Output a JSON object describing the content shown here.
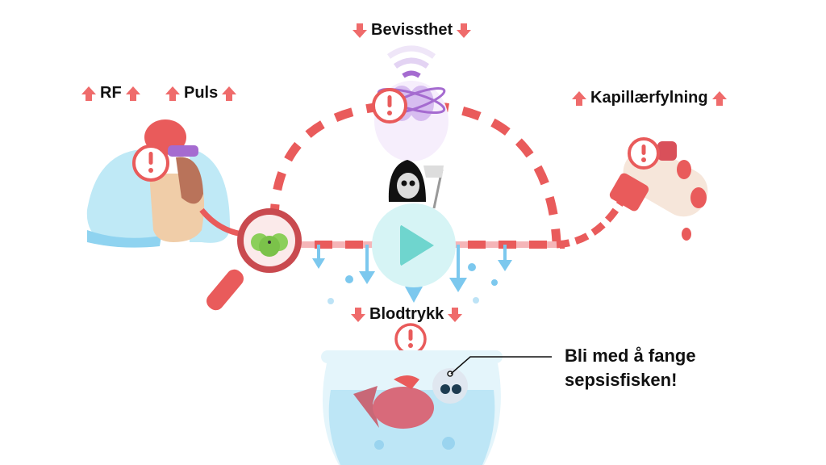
{
  "labels": {
    "rf": "RF",
    "puls": "Puls",
    "bevissthet": "Bevissthet",
    "kapillaerfylning": "Kapillærfylning",
    "blodtrykk": "Blodtrykk"
  },
  "indicators": {
    "rf": "up",
    "puls": "up",
    "bevissthet": "down",
    "kapillaerfylning": "up",
    "blodtrykk": "down"
  },
  "cta": {
    "line1": "Bli med å fange",
    "line2": "sepsisfisken!"
  },
  "video": {
    "play_icon": "play-icon"
  },
  "colors": {
    "alert_red": "#e95b5b",
    "arrow_red": "#ef6b6b",
    "lung_blue": "#bfe9f6",
    "play_bg": "#d6f4f5",
    "play_tri": "#6fd5ce",
    "drop_blue": "#7cc8ee",
    "brain_purple": "#c9a8e8"
  }
}
